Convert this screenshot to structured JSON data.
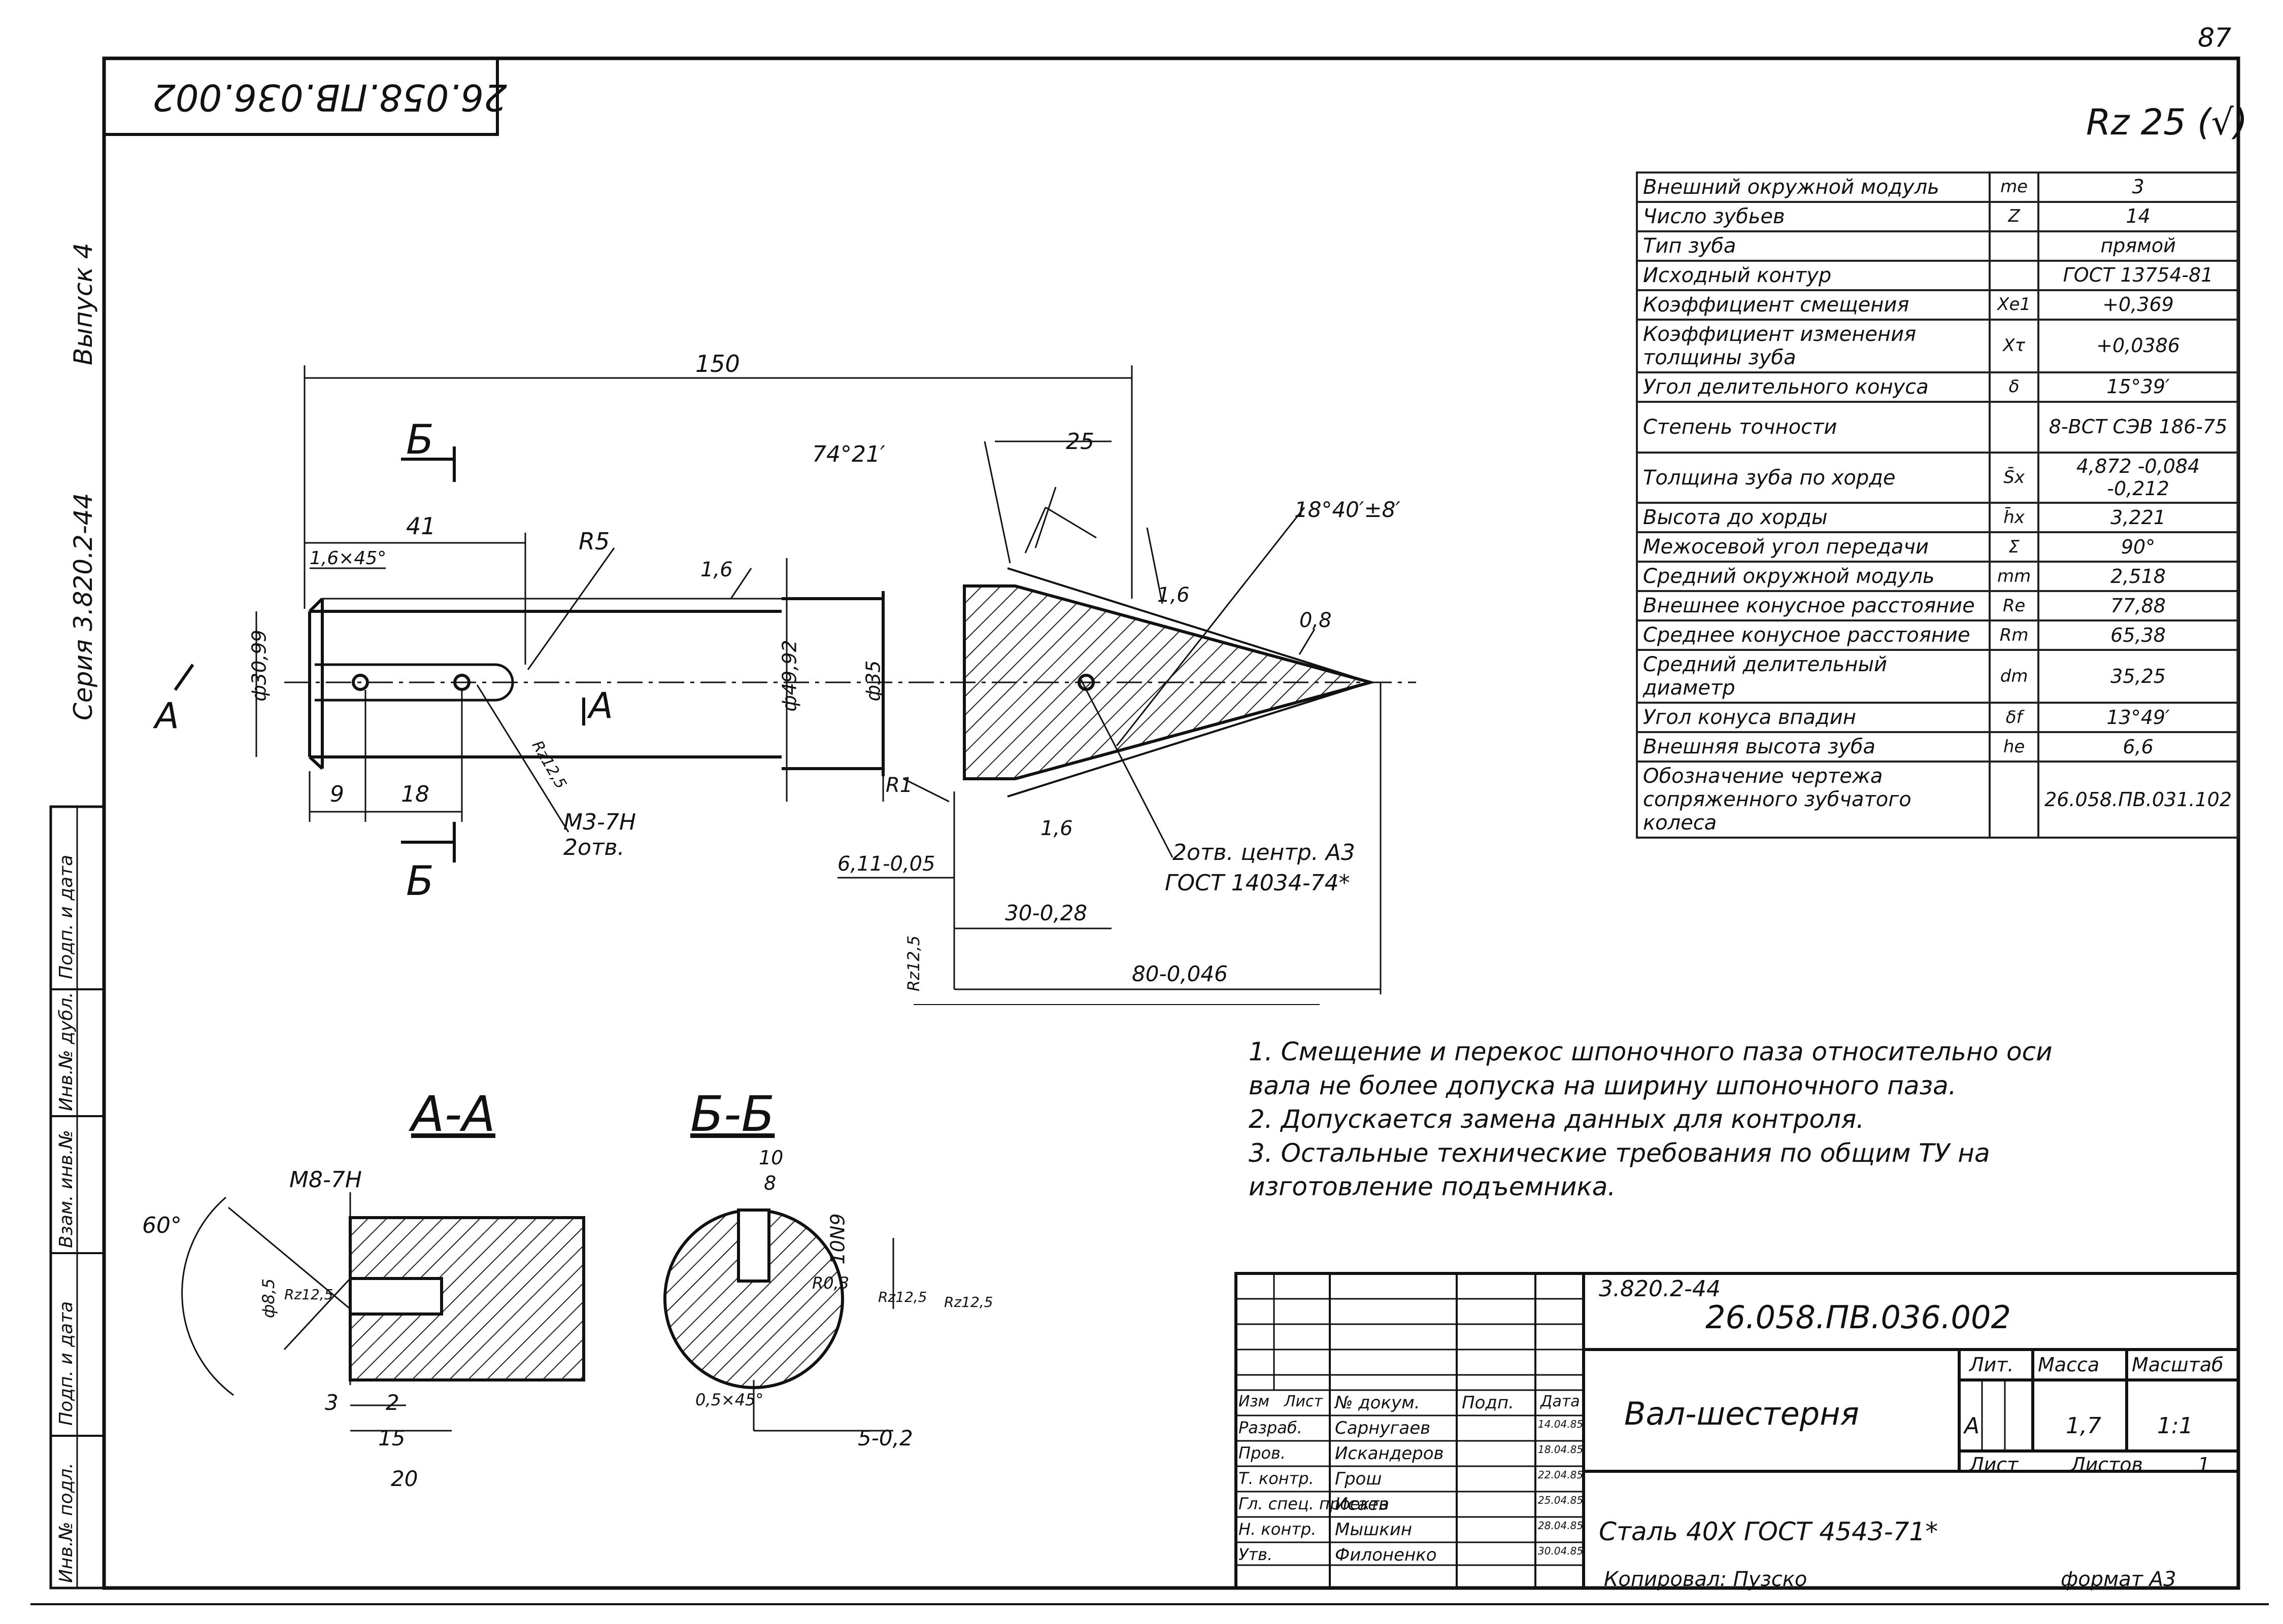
{
  "page_number": "87",
  "drawing_code_top": "26.058.ПВ.036.002",
  "surface_roughness_symbol": "Rz 25 (√)",
  "side_labels": {
    "series": "Серия 3.820.2-44",
    "issue": "Выпуск 4"
  },
  "left_stamp": [
    "Инв.№ подл.",
    "Подп. и дата",
    "Взам. инв.№",
    "Инв.№ дубл.",
    "Подп. и дата"
  ],
  "params_table": [
    {
      "label": "Внешний окружной модуль",
      "sym": "me",
      "val": "3"
    },
    {
      "label": "Число зубьев",
      "sym": "Z",
      "val": "14"
    },
    {
      "label": "Тип зуба",
      "sym": "",
      "val": "прямой"
    },
    {
      "label": "Исходный контур",
      "sym": "",
      "val": "ГОСТ 13754-81"
    },
    {
      "label": "Коэффициент смещения",
      "sym": "Xe1",
      "val": "+0,369"
    },
    {
      "label": "Коэффициент изменения толщины зуба",
      "sym": "Xτ",
      "val": "+0,0386"
    },
    {
      "label": "Угол делительного конуса",
      "sym": "δ",
      "val": "15°39′"
    },
    {
      "label": "Степень точности",
      "sym": "",
      "val": "8-ВСТ СЭВ 186-75"
    },
    {
      "label": "Толщина зуба по хорде",
      "sym": "S̄x",
      "val": "4,872 -0,084 -0,212"
    },
    {
      "label": "Высота до хорды",
      "sym": "h̄x",
      "val": "3,221"
    },
    {
      "label": "Межосевой угол передачи",
      "sym": "Σ",
      "val": "90°"
    },
    {
      "label": "Средний окружной модуль",
      "sym": "mm",
      "val": "2,518"
    },
    {
      "label": "Внешнее конусное расстояние",
      "sym": "Re",
      "val": "77,88"
    },
    {
      "label": "Среднее конусное расстояние",
      "sym": "Rm",
      "val": "65,38"
    },
    {
      "label": "Средний делительный диаметр",
      "sym": "dm",
      "val": "35,25"
    },
    {
      "label": "Угол конуса впадин",
      "sym": "δf",
      "val": "13°49′"
    },
    {
      "label": "Внешняя высота зуба",
      "sym": "he",
      "val": "6,6"
    },
    {
      "label": "Обозначение чертежа сопряженного зубчатого колеса",
      "sym": "",
      "val": "26.058.ПВ.031.102"
    }
  ],
  "notes": [
    "1. Смещение и перекос шпоночного паза относительно оси вала не более допуска на ширину шпоночного паза.",
    "2. Допускается замена данных для контроля.",
    "3. Остальные технические требования по общим ТУ на изготовление подъемника."
  ],
  "dims": {
    "d150": "150",
    "d41": "41",
    "r5": "R5",
    "ch": "1,6×45°",
    "ra16a": "1,6",
    "d3099": "ф30,99",
    "d4992": "ф49,92",
    "d35": "ф35",
    "d9": "9",
    "d18": "18",
    "m3": "М3-7Н",
    "holes2": "2отв.",
    "rz125a": "Rz12,5",
    "ang74": "74°21′",
    "d25": "25",
    "ang18": "18°40′±8′",
    "ra16b": "1,6",
    "ra08": "0,8",
    "r1": "R1",
    "ra16c": "1,6",
    "d611": "6,11-0,05",
    "d3028": "30-0,28",
    "d80": "80-0,046",
    "centre": "2отв. центр. А3",
    "gost14034": "ГОСТ 14034-74*",
    "rz125b": "Rz12,5",
    "secA": "А",
    "secB": "Б"
  },
  "section_aa": {
    "title": "А-А",
    "m8": "М8-7Н",
    "ang60": "60°",
    "d85": "ф8,5",
    "rz": "Rz12,5",
    "d3": "3",
    "d2": "2",
    "d15": "15",
    "d20": "20"
  },
  "section_bb": {
    "title": "Б-Б",
    "d10": "10",
    "d8": "8",
    "n10": "10N9",
    "r03": "R0,3",
    "rz1": "Rz12,5",
    "rz2": "Rz12,5",
    "ch": "0,5×45°",
    "d5": "5-0,2"
  },
  "title_block": {
    "series": "3.820.2-44",
    "code": "26.058.ПВ.036.002",
    "name": "Вал-шестерня",
    "material": "Сталь 40Х ГОСТ 4543-71*",
    "headers": [
      "Изм",
      "Лист",
      "№ докум.",
      "Подп.",
      "Дата"
    ],
    "rows": [
      {
        "role": "Разраб.",
        "name": "Сарнугаев",
        "date": "14.04.85"
      },
      {
        "role": "Пров.",
        "name": "Искандеров",
        "date": "18.04.85"
      },
      {
        "role": "Т. контр.",
        "name": "Грош",
        "date": "22.04.85"
      },
      {
        "role": "Гл. спец. проекта",
        "name": "Исаев",
        "date": "25.04.85"
      },
      {
        "role": "Н. контр.",
        "name": "Мышкин",
        "date": "28.04.85"
      },
      {
        "role": "Утв.",
        "name": "Филоненко",
        "date": "30.04.85"
      }
    ],
    "lit_label": "Лит.",
    "mass_label": "Масса",
    "scale_label": "Масштаб",
    "lit": "А",
    "mass": "1,7",
    "scale": "1:1",
    "sheet_label": "Лист",
    "sheets_label": "Листов",
    "sheets": "1"
  },
  "footer": {
    "copied": "Копировал: Пузско",
    "format": "формат А3"
  }
}
